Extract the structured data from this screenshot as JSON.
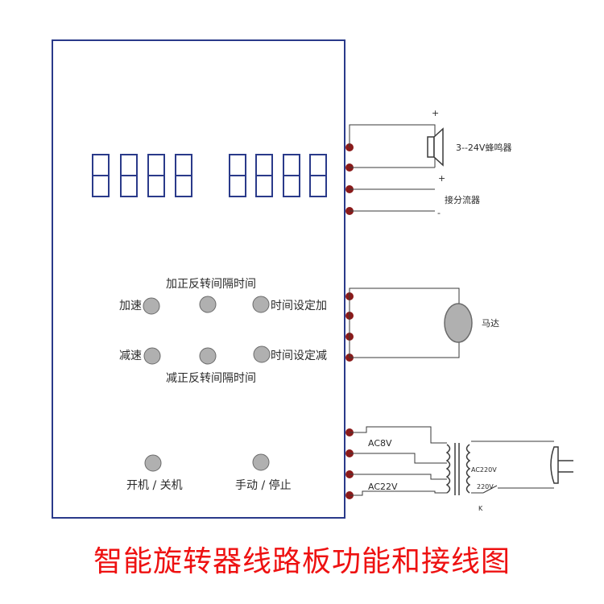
{
  "digit_display": {
    "group_1": [
      "8",
      "8",
      "8",
      "8"
    ],
    "group_2": [
      "8",
      "8",
      "8",
      "8"
    ]
  },
  "buttons": {
    "accelerate_label": "加速",
    "decelerate_label": "减速",
    "add_interval_label": "加正反转间隔时间",
    "reduce_interval_label": "减正反转间隔时间",
    "time_set_add_label": "时间设定加",
    "time_set_reduce_label": "时间设定减",
    "power_label": "开机 / 关机",
    "manual_label": "手动 / 停止"
  },
  "connections": {
    "buzzer_label": "3--24V蜂鸣器",
    "buzzer_plus_top": "+",
    "buzzer_plus_bottom": "+",
    "splitter_label": "接分流器",
    "splitter_minus": "-",
    "motor_label": "马达",
    "ac8v_label": "AC8V",
    "ac22v_label": "AC22V",
    "transformer_ac220_label": "AC220V",
    "transformer_220_label": "220V",
    "switch_label": "K"
  },
  "caption": "智能旋转器线路板功能和接线图",
  "colors": {
    "frame": "#2a3a8a",
    "segment": "#2a3a8a",
    "button_fill": "#b0b0b0",
    "terminal": "#8a1a1a",
    "caption": "#ee1111",
    "wire": "#3a3a3a"
  }
}
